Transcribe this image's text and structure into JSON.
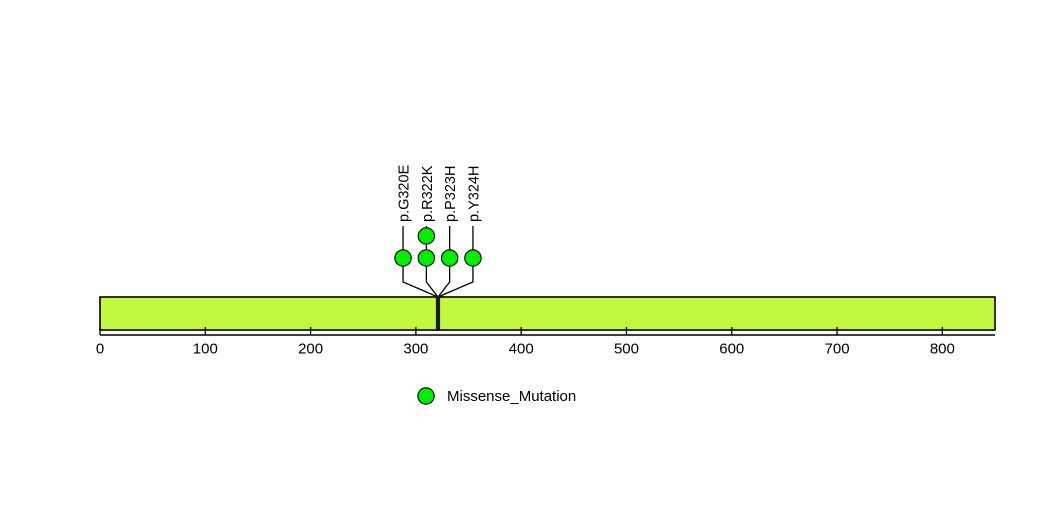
{
  "chart_data": {
    "type": "lollipop",
    "title": "",
    "xlabel": "",
    "ylabel": "",
    "xlim": [
      0,
      850
    ],
    "grid": false,
    "protein": {
      "length": 850,
      "start": 0,
      "end": 850,
      "fill_color": "#c0f93f",
      "border_color": "#000000"
    },
    "xticks": [
      {
        "value": 0,
        "label": "0"
      },
      {
        "value": 100,
        "label": "100"
      },
      {
        "value": 200,
        "label": "200"
      },
      {
        "value": 300,
        "label": "300"
      },
      {
        "value": 400,
        "label": "400"
      },
      {
        "value": 500,
        "label": "500"
      },
      {
        "value": 600,
        "label": "600"
      },
      {
        "value": 700,
        "label": "700"
      },
      {
        "value": 800,
        "label": "800"
      }
    ],
    "mutation_site": {
      "position": 321,
      "marker_color": "#1a1a1a"
    },
    "mutations": [
      {
        "label": "p.G320E",
        "position": 320,
        "count": 1,
        "type": "Missense_Mutation",
        "color": "#00ee00"
      },
      {
        "label": "p.R322K",
        "position": 322,
        "count": 2,
        "type": "Missense_Mutation",
        "color": "#00ee00"
      },
      {
        "label": "p.P323H",
        "position": 323,
        "count": 1,
        "type": "Missense_Mutation",
        "color": "#00ee00"
      },
      {
        "label": "p.Y324H",
        "position": 324,
        "count": 1,
        "type": "Missense_Mutation",
        "color": "#00ee00"
      }
    ],
    "legend": {
      "position": "bottom",
      "entries": [
        {
          "label": "Missense_Mutation",
          "color": "#00ee00",
          "marker": "circle"
        }
      ]
    }
  }
}
